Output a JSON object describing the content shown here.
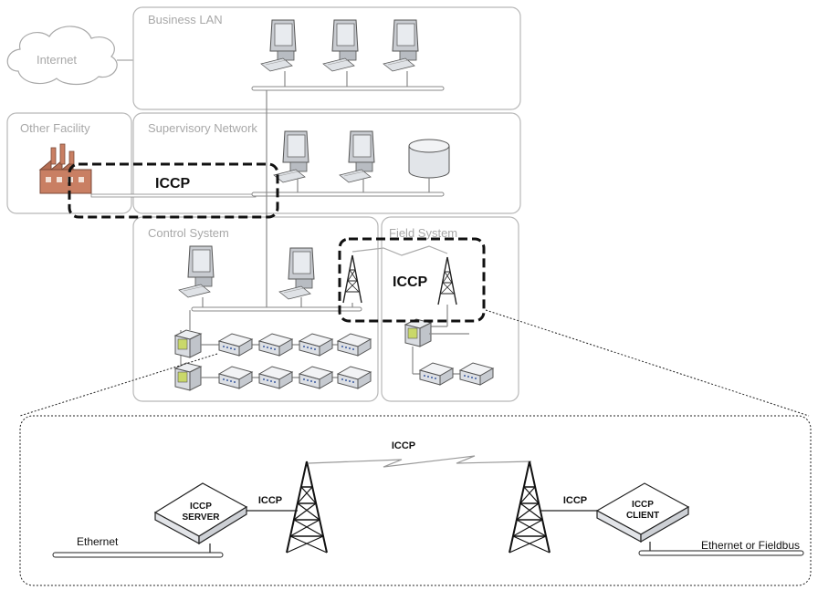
{
  "zones": {
    "internet": "Internet",
    "business_lan": "Business LAN",
    "other_facility": "Other Facility",
    "supervisory_network": "Supervisory Network",
    "control_system": "Control System",
    "field_system": "Field System"
  },
  "iccp_upper_left": "ICCP",
  "iccp_upper_right": "ICCP",
  "detail": {
    "iccp_top": "ICCP",
    "iccp_left_link": "ICCP",
    "iccp_right_link": "ICCP",
    "server": {
      "line1": "ICCP",
      "line2": "SERVER"
    },
    "client": {
      "line1": "ICCP",
      "line2": "CLIENT"
    },
    "ethernet_left": "Ethernet",
    "ethernet_right": "Ethernet or Fieldbus"
  },
  "colors": {
    "zone_border": "#b8b8b8",
    "dashed_box": "#111111",
    "device_fill": "#eef1f6",
    "plc_green": "#c9d86a",
    "factory": "#c97f63"
  }
}
